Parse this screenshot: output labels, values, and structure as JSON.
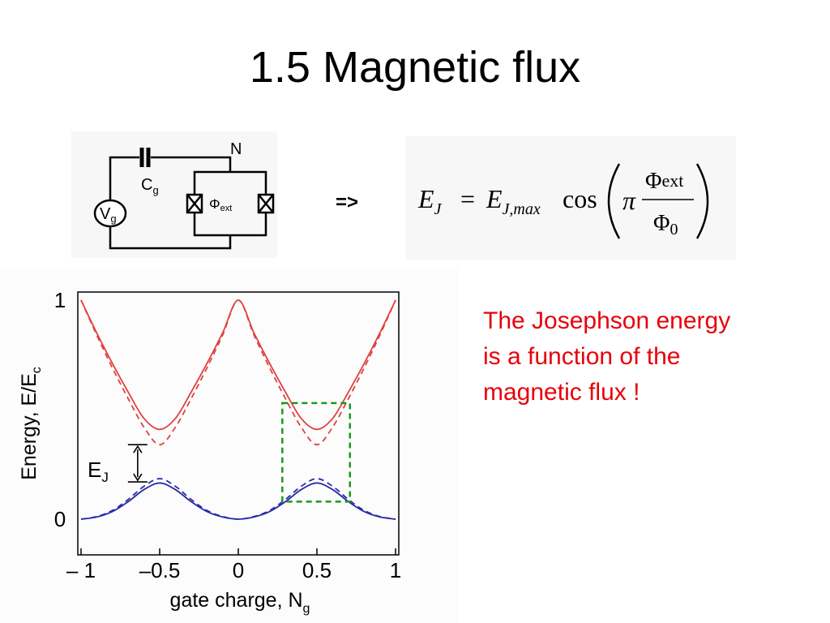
{
  "title": "1.5 Magnetic flux",
  "arrow": "=>",
  "note": {
    "lines": [
      "The Josephson energy",
      "is a function of the",
      "magnetic flux !"
    ]
  },
  "circuit": {
    "source_main": "V",
    "source_sub": "g",
    "cap_main": "C",
    "cap_sub": "g",
    "node": "N",
    "flux_symbol": "Φ",
    "flux_sub": "ext"
  },
  "formula": {
    "lhs_main": "E",
    "lhs_sub": "J",
    "equals": "=",
    "rhs_main": "E",
    "rhs_sub": "J,max",
    "func": "cos",
    "pi": "π",
    "num_main": "Φ",
    "num_sub": "ext",
    "den_main": "Φ",
    "den_sub": "0"
  },
  "chart_data": {
    "type": "line",
    "xlabel_main": "gate charge, N",
    "xlabel_sub": "g",
    "ylabel_main": "Energy,  E/E",
    "ylabel_sub": "c",
    "xlim": [
      -1,
      1
    ],
    "ylim": [
      0,
      1
    ],
    "x_ticks": [
      -1,
      -0.5,
      0,
      0.5,
      1
    ],
    "x_tick_labels": [
      "– 1",
      "–0.5",
      "0",
      "0.5",
      "1"
    ],
    "y_tick_labels": [
      "0",
      "1"
    ],
    "y_ticks": [
      0,
      1
    ],
    "annotation_main": "E",
    "annotation_sub": "J",
    "series": [
      {
        "style": "solid",
        "color": "#e04040",
        "band": "upper",
        "x": [
          -1,
          -0.9,
          -0.8,
          -0.7,
          -0.6,
          -0.5,
          -0.4,
          -0.3,
          -0.2,
          -0.1,
          0,
          0.1,
          0.2,
          0.3,
          0.4,
          0.5,
          0.6,
          0.7,
          0.8,
          0.9,
          1
        ],
        "y": [
          1.0,
          0.85,
          0.71,
          0.58,
          0.46,
          0.41,
          0.46,
          0.58,
          0.71,
          0.85,
          1.0,
          0.85,
          0.71,
          0.58,
          0.46,
          0.41,
          0.46,
          0.58,
          0.71,
          0.85,
          1.0
        ]
      },
      {
        "style": "dashed",
        "color": "#e04040",
        "band": "upper",
        "x": [
          -1,
          -0.9,
          -0.8,
          -0.7,
          -0.6,
          -0.5,
          -0.4,
          -0.3,
          -0.2,
          -0.1,
          0,
          0.1,
          0.2,
          0.3,
          0.4,
          0.5,
          0.6,
          0.7,
          0.8,
          0.9,
          1
        ],
        "y": [
          1.0,
          0.84,
          0.69,
          0.55,
          0.42,
          0.34,
          0.42,
          0.55,
          0.69,
          0.84,
          1.0,
          0.84,
          0.69,
          0.55,
          0.42,
          0.34,
          0.42,
          0.55,
          0.69,
          0.84,
          1.0
        ]
      },
      {
        "style": "solid",
        "color": "#2a2aa8",
        "band": "lower",
        "x": [
          -1,
          -0.9,
          -0.8,
          -0.7,
          -0.6,
          -0.5,
          -0.4,
          -0.3,
          -0.2,
          -0.1,
          0,
          0.1,
          0.2,
          0.3,
          0.4,
          0.5,
          0.6,
          0.7,
          0.8,
          0.9,
          1
        ],
        "y": [
          0.0,
          0.01,
          0.035,
          0.08,
          0.135,
          0.165,
          0.135,
          0.08,
          0.035,
          0.01,
          0.0,
          0.01,
          0.035,
          0.08,
          0.135,
          0.165,
          0.135,
          0.08,
          0.035,
          0.01,
          0.0
        ]
      },
      {
        "style": "dashed",
        "color": "#2a2aa8",
        "band": "lower",
        "x": [
          -1,
          -0.9,
          -0.8,
          -0.7,
          -0.6,
          -0.5,
          -0.4,
          -0.3,
          -0.2,
          -0.1,
          0,
          0.1,
          0.2,
          0.3,
          0.4,
          0.5,
          0.6,
          0.7,
          0.8,
          0.9,
          1
        ],
        "y": [
          0.0,
          0.012,
          0.04,
          0.09,
          0.15,
          0.185,
          0.15,
          0.09,
          0.04,
          0.012,
          0.0,
          0.012,
          0.04,
          0.09,
          0.15,
          0.185,
          0.15,
          0.09,
          0.04,
          0.012,
          0.0
        ]
      }
    ],
    "highlight_box": {
      "x": [
        0.28,
        0.71
      ],
      "y": [
        0.08,
        0.53
      ],
      "color": "#1a9a1a"
    },
    "ej_marker": {
      "x": -0.64,
      "y": [
        0.17,
        0.34
      ]
    }
  }
}
